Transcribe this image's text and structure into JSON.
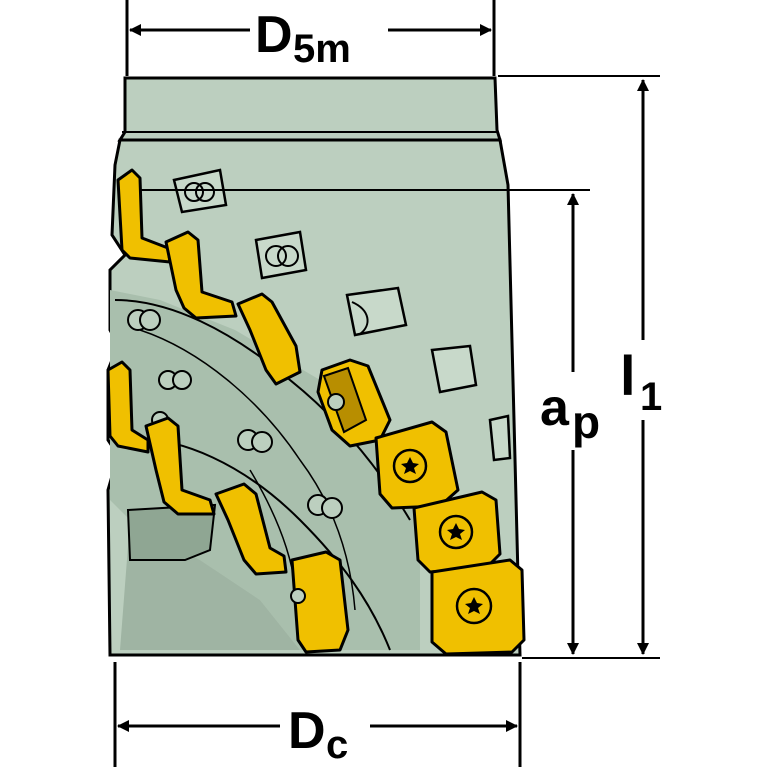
{
  "labels": {
    "top": {
      "main": "D",
      "sub": "5m"
    },
    "bottom": {
      "main": "D",
      "sub": "c"
    },
    "depth": {
      "main": "a",
      "sub": "p"
    },
    "length": {
      "main": "l",
      "sub": "1"
    }
  },
  "colors": {
    "body": "#bccfbf",
    "body_shadow": "#9fb4a3",
    "insert": "#f0c000",
    "insert_dark": "#b88e00",
    "outline": "#000000"
  }
}
